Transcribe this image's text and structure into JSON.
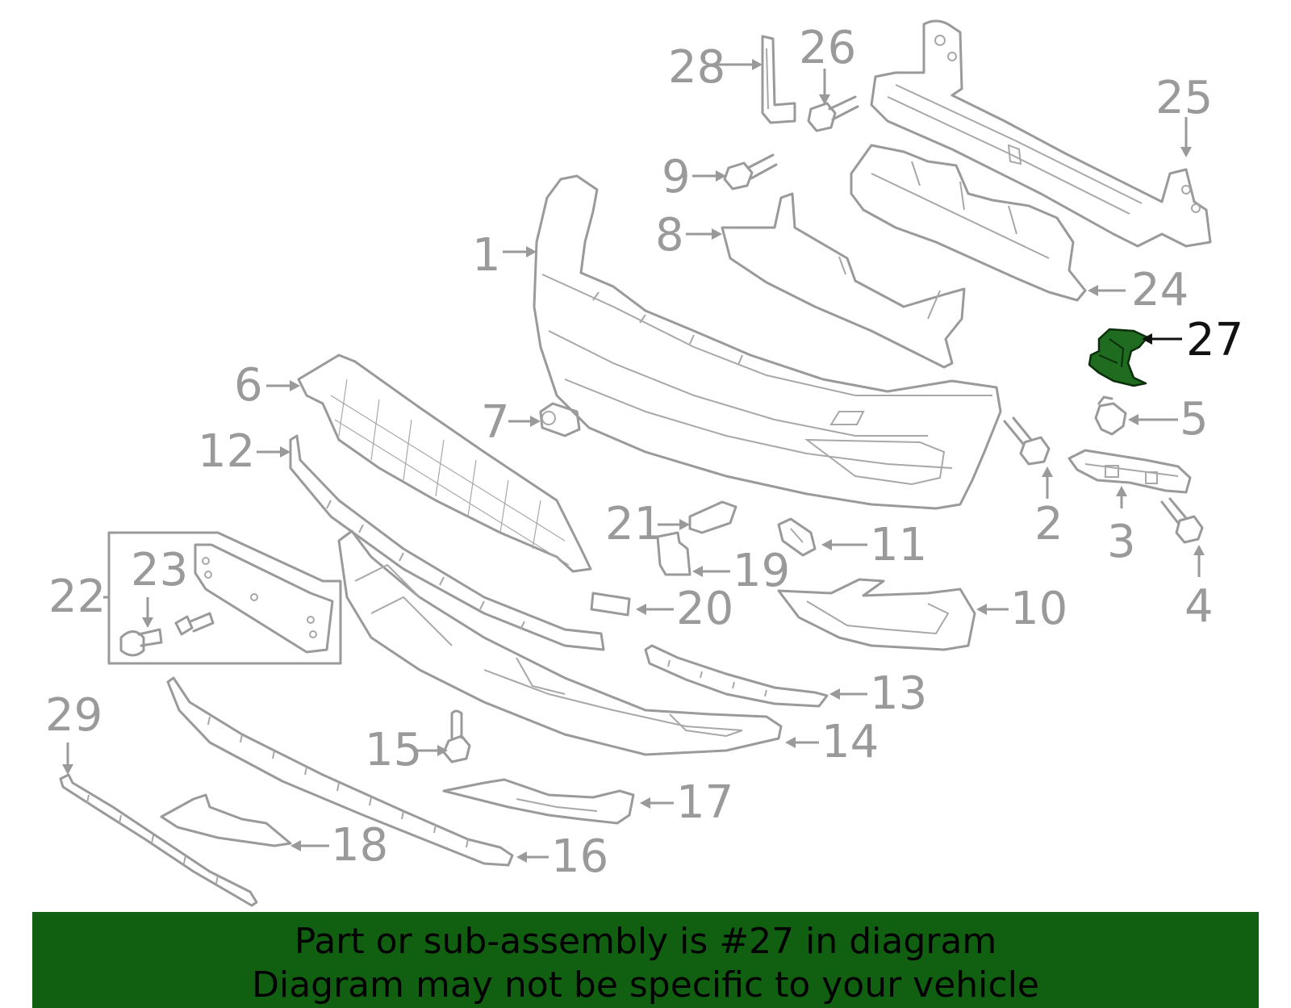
{
  "highlight": {
    "part_number": "27",
    "color": "#1f6b1f"
  },
  "banner": {
    "line1": "Part or sub-assembly is #27 in diagram",
    "line2": "Diagram may not be specific to your vehicle",
    "background": "#116011"
  },
  "callouts": [
    "1",
    "2",
    "3",
    "4",
    "5",
    "6",
    "7",
    "8",
    "9",
    "10",
    "11",
    "12",
    "13",
    "14",
    "15",
    "16",
    "17",
    "18",
    "19",
    "20",
    "21",
    "22",
    "23",
    "24",
    "25",
    "26",
    "27",
    "28",
    "29"
  ]
}
